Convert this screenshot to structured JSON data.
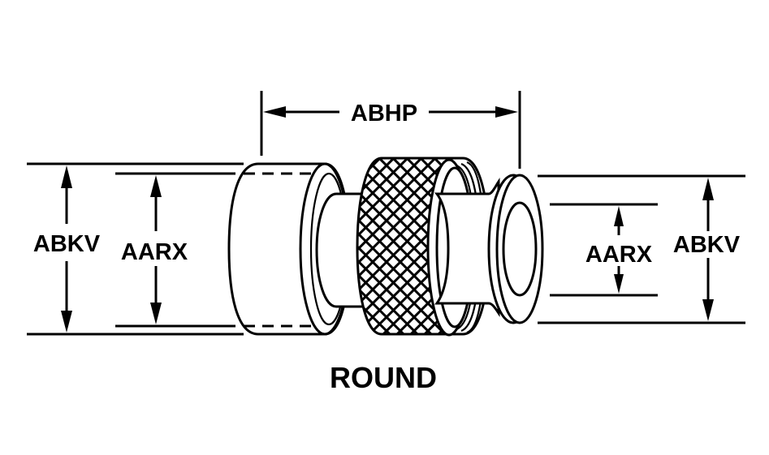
{
  "diagram": {
    "title": "ROUND",
    "dimensions": {
      "overall_length": "ABHP",
      "left_outer_diameter": "ABKV",
      "left_inner_diameter": "AARX",
      "right_inner_diameter": "AARX",
      "right_outer_diameter": "ABKV"
    },
    "colors": {
      "line": "#000000",
      "background": "#ffffff"
    }
  }
}
